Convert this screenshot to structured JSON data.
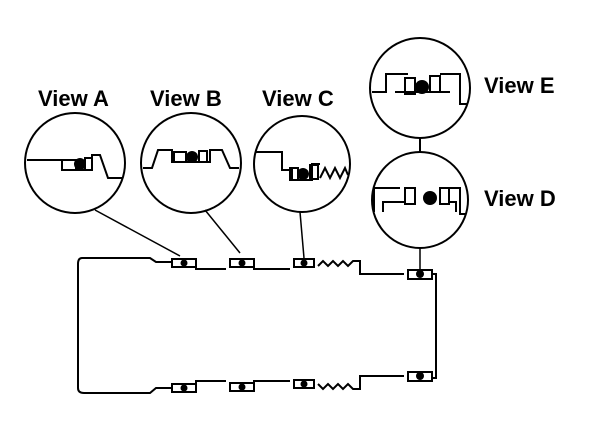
{
  "views": [
    {
      "id": "A",
      "label": "View A",
      "seal_style": "step"
    },
    {
      "id": "B",
      "label": "View B",
      "seal_style": "land"
    },
    {
      "id": "C",
      "label": "View C",
      "seal_style": "thread"
    },
    {
      "id": "E",
      "label": "View E",
      "seal_style": "deep-groove"
    },
    {
      "id": "D",
      "label": "View D",
      "seal_style": "deep-groove"
    }
  ],
  "colors": {
    "line": "#000000",
    "background": "#ffffff"
  }
}
